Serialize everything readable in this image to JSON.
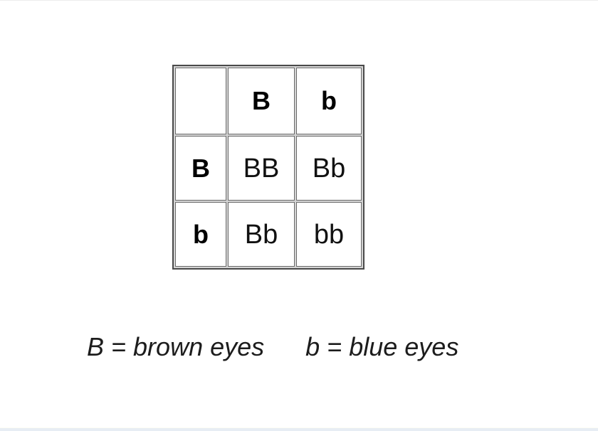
{
  "page": {
    "background_color": "#ffffff",
    "top_edge_line_color": "#ededed",
    "bottom_strip_color": "#e7edf4"
  },
  "punnett": {
    "description": "Punnett square for eye color cross",
    "frame_color": "#4a4a4a",
    "cell_border_color": "#6b6b6b",
    "gap_color": "#d4d4d4",
    "grid": [
      [
        "",
        "B",
        "b"
      ],
      [
        "B",
        "BB",
        "Bb"
      ],
      [
        "b",
        "Bb",
        "bb"
      ]
    ]
  },
  "legend": {
    "items": [
      "B = brown eyes",
      "b = blue eyes"
    ]
  }
}
